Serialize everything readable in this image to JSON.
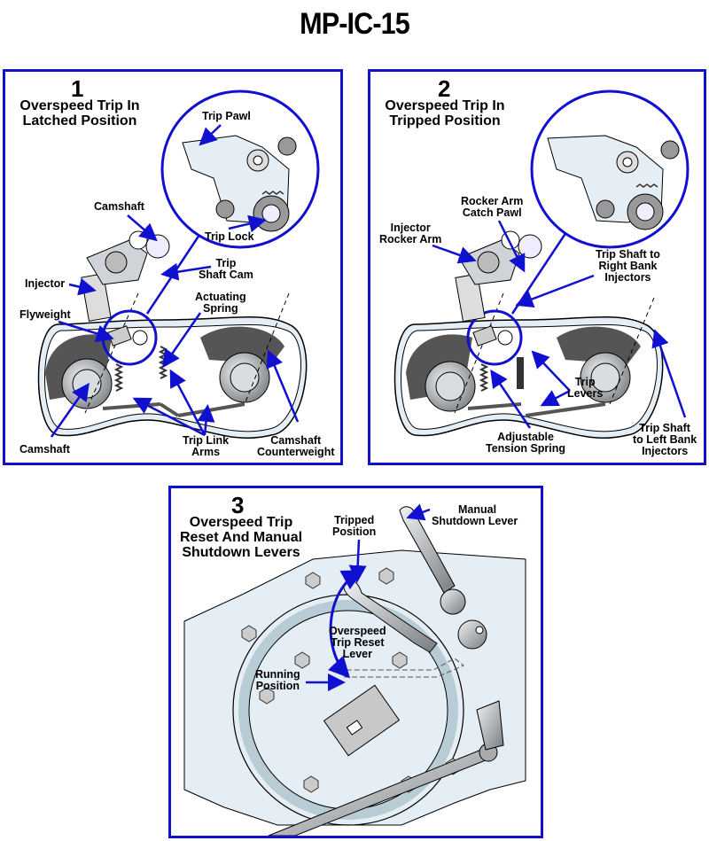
{
  "title": "MP-IC-15",
  "colors": {
    "accent": "#1010d0",
    "panel_border": "#1010d0",
    "metal_light": "#e6eef5",
    "metal_dark": "#555555"
  },
  "panels": [
    {
      "number": "1",
      "title_line1": "Overspeed Trip In",
      "title_line2": "Latched Position",
      "labels": {
        "trip_pawl": "Trip Pawl",
        "trip_lock": "Trip Lock",
        "camshaft_top": "Camshaft",
        "injector": "Injector",
        "trip_shaft_cam_1": "Trip",
        "trip_shaft_cam_2": "Shaft Cam",
        "actuating_spring_1": "Actuating",
        "actuating_spring_2": "Spring",
        "flyweight": "Flyweight",
        "camshaft_bottom": "Camshaft",
        "trip_link_arms_1": "Trip Link",
        "trip_link_arms_2": "Arms",
        "camshaft_counterweight_1": "Camshaft",
        "camshaft_counterweight_2": "Counterweight"
      }
    },
    {
      "number": "2",
      "title_line1": "Overspeed Trip In",
      "title_line2": "Tripped Position",
      "labels": {
        "rocker_arm_catch_pawl_1": "Rocker Arm",
        "rocker_arm_catch_pawl_2": "Catch Pawl",
        "injector_rocker_arm_1": "Injector",
        "injector_rocker_arm_2": "Rocker Arm",
        "trip_shaft_right_1": "Trip Shaft to",
        "trip_shaft_right_2": "Right Bank",
        "trip_shaft_right_3": "Injectors",
        "trip_levers_1": "Trip",
        "trip_levers_2": "Levers",
        "adjustable_tension_spring_1": "Adjustable",
        "adjustable_tension_spring_2": "Tension Spring",
        "trip_shaft_left_1": "Trip Shaft",
        "trip_shaft_left_2": "to Left Bank",
        "trip_shaft_left_3": "Injectors"
      }
    },
    {
      "number": "3",
      "title_line1": "Overspeed Trip",
      "title_line2": "Reset And Manual",
      "title_line3": "Shutdown Levers",
      "labels": {
        "tripped_position_1": "Tripped",
        "tripped_position_2": "Position",
        "manual_shutdown_lever_1": "Manual",
        "manual_shutdown_lever_2": "Shutdown Lever",
        "overspeed_trip_reset_lever_1": "Overspeed",
        "overspeed_trip_reset_lever_2": "Trip Reset",
        "overspeed_trip_reset_lever_3": "Lever",
        "running_position_1": "Running",
        "running_position_2": "Position"
      }
    }
  ]
}
